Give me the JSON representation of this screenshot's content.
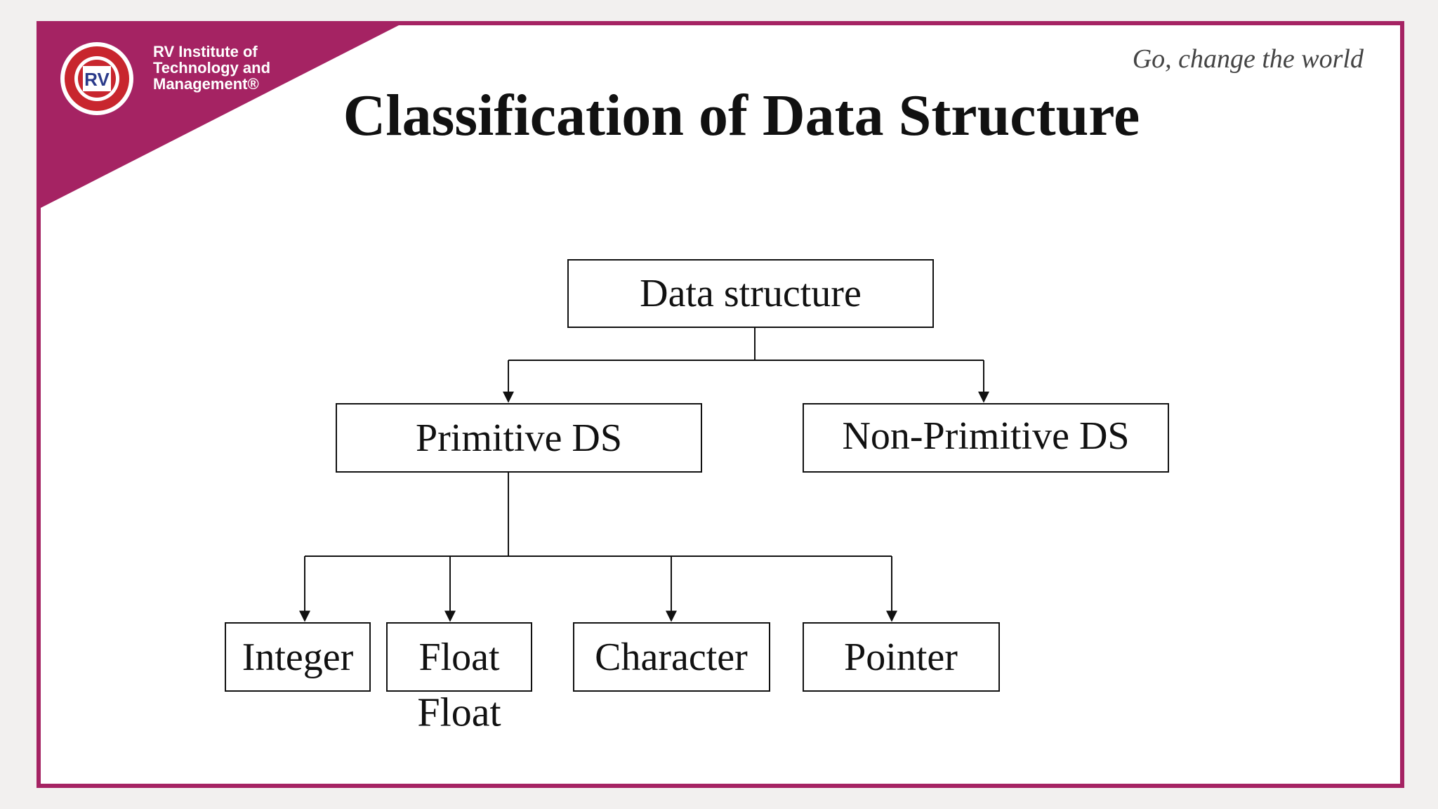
{
  "header": {
    "institute_lines": [
      "RV Institute of",
      "Technology and",
      "Management®"
    ],
    "logo_text": "RV",
    "tagline": "Go, change the world"
  },
  "title": "Classification of Data Structure",
  "diagram": {
    "root": "Data structure",
    "level1": [
      "Primitive DS",
      "Non-Primitive DS"
    ],
    "primitive_children": [
      "Integer",
      "Float",
      "Character",
      "Pointer"
    ],
    "duplicate_label": "Float"
  },
  "colors": {
    "frame": "#a52363",
    "text": "#111111",
    "tagline": "#444444"
  }
}
